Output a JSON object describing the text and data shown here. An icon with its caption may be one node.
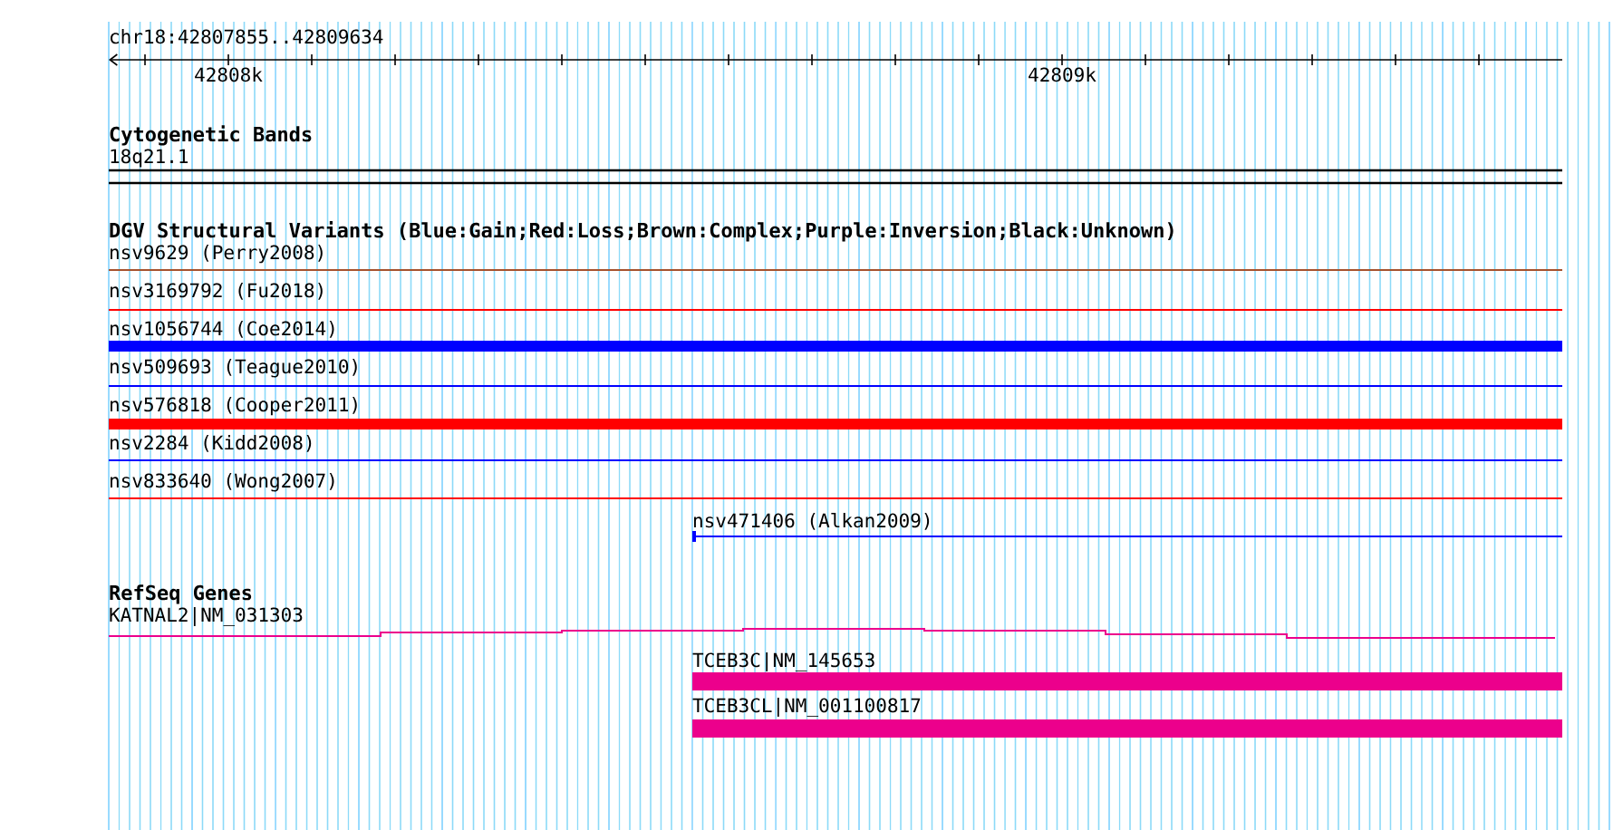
{
  "diagram": {
    "nodes": [
      {
        "text": [
          "18q21.1"
        ]
      },
      {
        "text": [
          "nsv9629 (Perry2008)"
        ]
      },
      {
        "text": [
          "nsv3169792 (Fu2018)"
        ]
      },
      {
        "text": [
          "nsv1056744 (Coe2014)"
        ]
      },
      {
        "text": [
          "nsv509693 (Teague2010)"
        ]
      },
      {
        "text": [
          "nsv576818 (Cooper2011)"
        ]
      },
      {
        "text": [
          "nsv2284 (Kidd2008)"
        ]
      },
      {
        "text": [
          "nsv833640 (Wong2007)"
        ]
      },
      {
        "text": [
          "nsv471406 (Alkan2009)"
        ]
      },
      {
        "text": [
          "KATNAL2|NM_031303"
        ]
      },
      {
        "text": [
          "TCEB3C|NM_145653"
        ]
      },
      {
        "text": [
          "TCEB3CL|NM_001100817"
        ]
      }
    ],
    "labels": [
      "chr18:42807855..42809634",
      "42808k",
      "42809k",
      "Cytogenetic Bands",
      "DGV Structural Variants (Blue:Gain;Red:Loss;Brown:Complex;Purple:Inversion;Black:Unknown)",
      "RefSeq Genes"
    ]
  }
}
